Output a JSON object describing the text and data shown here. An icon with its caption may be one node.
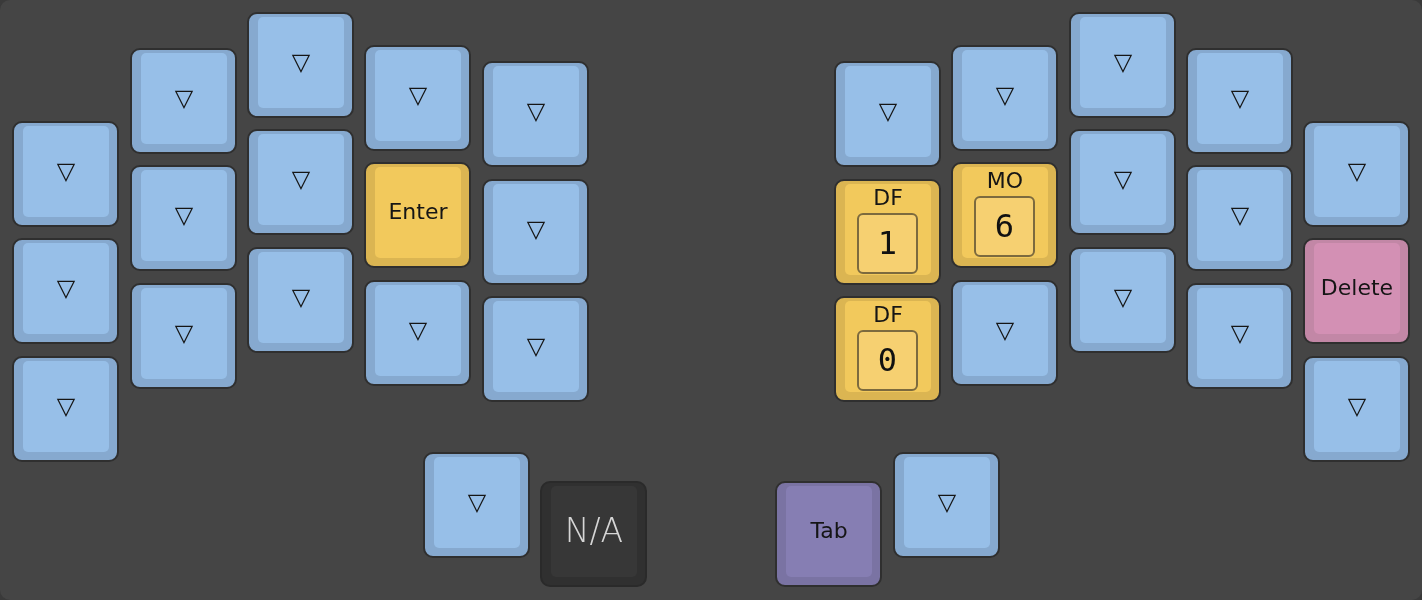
{
  "diagram": {
    "nodes": [
      {
        "text": [
          "▽"
        ]
      },
      {
        "text": [
          "▽"
        ]
      },
      {
        "text": [
          "▽"
        ]
      },
      {
        "text": [
          "▽"
        ]
      },
      {
        "text": [
          "▽"
        ]
      },
      {
        "text": [
          "▽"
        ]
      },
      {
        "text": [
          "▽"
        ]
      },
      {
        "text": [
          "▽"
        ]
      },
      {
        "text": [
          "▽"
        ]
      },
      {
        "text": [
          "▽"
        ]
      },
      {
        "text": [
          "▽"
        ]
      },
      {
        "text": [
          "▽"
        ]
      },
      {
        "text": [
          "▽"
        ]
      },
      {
        "text": [
          "Enter"
        ]
      },
      {
        "text": [
          "▽"
        ]
      },
      {
        "text": [
          "DF"
        ]
      },
      {
        "text": [
          "1"
        ],
        "in": 15
      },
      {
        "text": [
          "MO"
        ]
      },
      {
        "text": [
          "6"
        ],
        "in": 17
      },
      {
        "text": [
          "▽"
        ]
      },
      {
        "text": [
          "▽"
        ]
      },
      {
        "text": [
          "Delete"
        ]
      },
      {
        "text": [
          "▽"
        ]
      },
      {
        "text": [
          "▽"
        ]
      },
      {
        "text": [
          "▽"
        ]
      },
      {
        "text": [
          "▽"
        ]
      },
      {
        "text": [
          "▽"
        ]
      },
      {
        "text": [
          "DF"
        ]
      },
      {
        "text": [
          "0"
        ],
        "in": 27
      },
      {
        "text": [
          "▽"
        ]
      },
      {
        "text": [
          "▽"
        ]
      },
      {
        "text": [
          "▽"
        ]
      },
      {
        "text": [
          "▽"
        ]
      },
      {
        "text": [
          "▽"
        ]
      },
      {
        "text": [
          "N/A"
        ]
      },
      {
        "text": [
          "Tab"
        ]
      },
      {
        "text": [
          "▽"
        ]
      }
    ]
  }
}
